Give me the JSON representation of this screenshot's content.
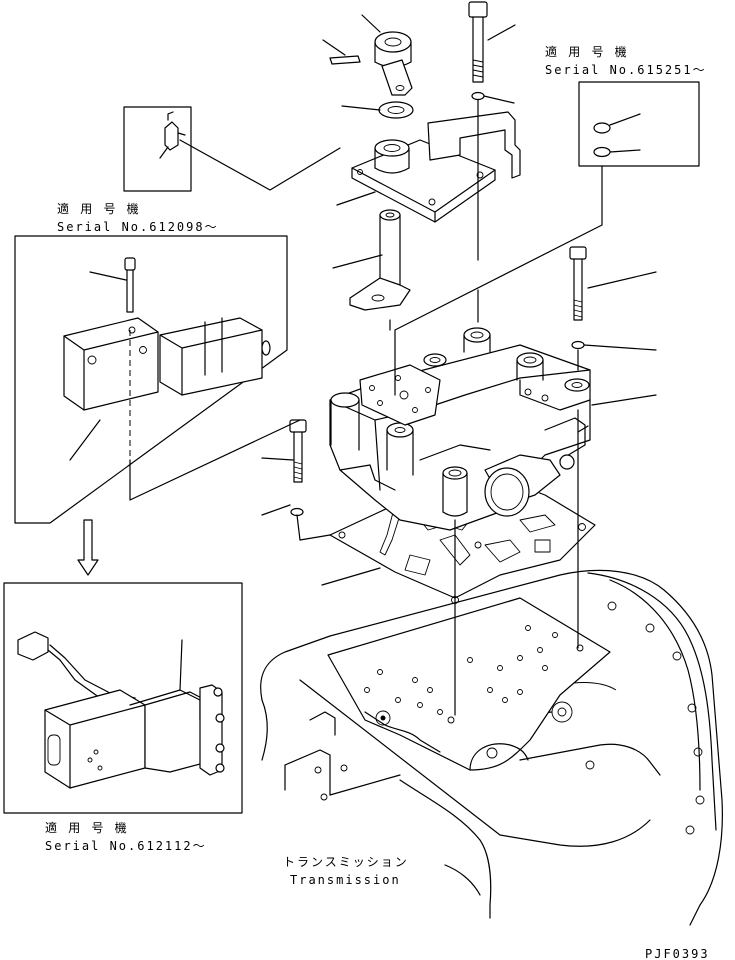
{
  "labels": {
    "applicable_jp": "適 用 号 機",
    "serial_615251": "Serial No.615251～",
    "serial_612098": "Serial No.612098～",
    "serial_612112": "Serial No.612112～",
    "transmission_jp": "トランスミッション",
    "transmission_en": "Transmission",
    "drawing_code": "PJF0393"
  }
}
